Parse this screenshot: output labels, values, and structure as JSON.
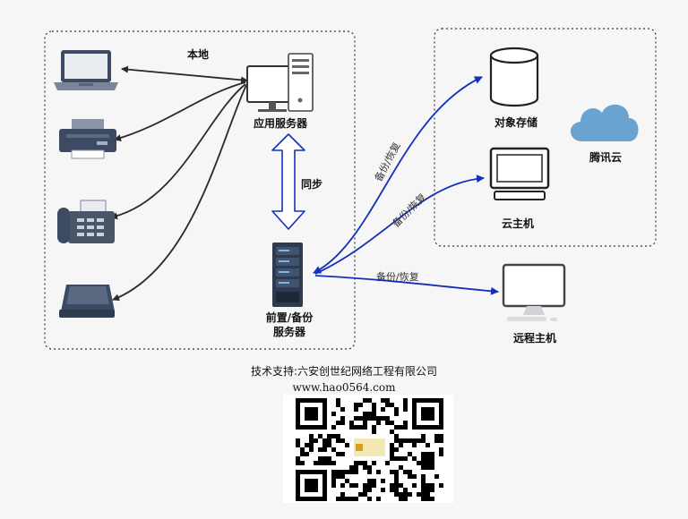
{
  "labels": {
    "local": "本地",
    "app_server": "应用服务器",
    "sync": "同步",
    "front_server_line1": "前置/备份",
    "front_server_line2": "服务器",
    "object_storage": "对象存储",
    "tencent_cloud": "腾讯云",
    "cloud_host": "云主机",
    "remote_host": "远程主机",
    "backup_restore_1": "备份/恢复",
    "backup_restore_2": "备份/恢复",
    "backup_restore_3": "备份/恢复"
  },
  "credits": {
    "support": "技术支持:六安创世纪网络工程有限公司",
    "url": "www.hao0564.com"
  },
  "colors": {
    "arrow_local": "#2a2a2a",
    "arrow_backup": "#1530b8",
    "cloud": "#6aa3d0",
    "device_dark": "#3c4b63",
    "sync_arrow_stroke": "#1530b8"
  },
  "icons": [
    "laptop-icon",
    "printer-icon",
    "fax-icon",
    "scanner-icon",
    "desktop-computer-icon",
    "server-rack-icon",
    "database-cylinder-icon",
    "monitor-icon",
    "cloud-icon",
    "imac-icon",
    "qr-code-icon"
  ]
}
